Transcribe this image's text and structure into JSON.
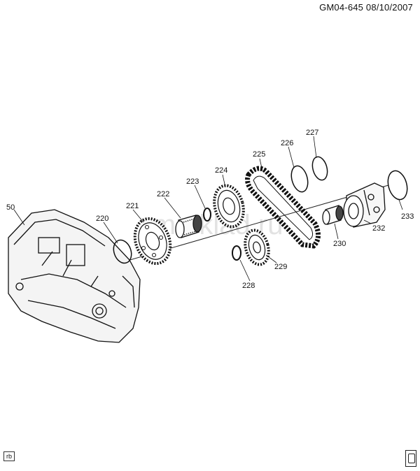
{
  "header": {
    "text": "GM04-645  08/10/2007"
  },
  "watermark": {
    "text": "gm-sklad.ru"
  },
  "corner": {
    "left_text": "rb"
  },
  "callouts": {
    "c50": "50",
    "c220": "220",
    "c221": "221",
    "c222": "222",
    "c223": "223",
    "c224": "224",
    "c225": "225",
    "c226": "226",
    "c227": "227",
    "c228": "228",
    "c229": "229",
    "c230": "230",
    "c232": "232",
    "c233": "233"
  },
  "icons": {
    "corner_logo": "gm-logo-icon"
  }
}
